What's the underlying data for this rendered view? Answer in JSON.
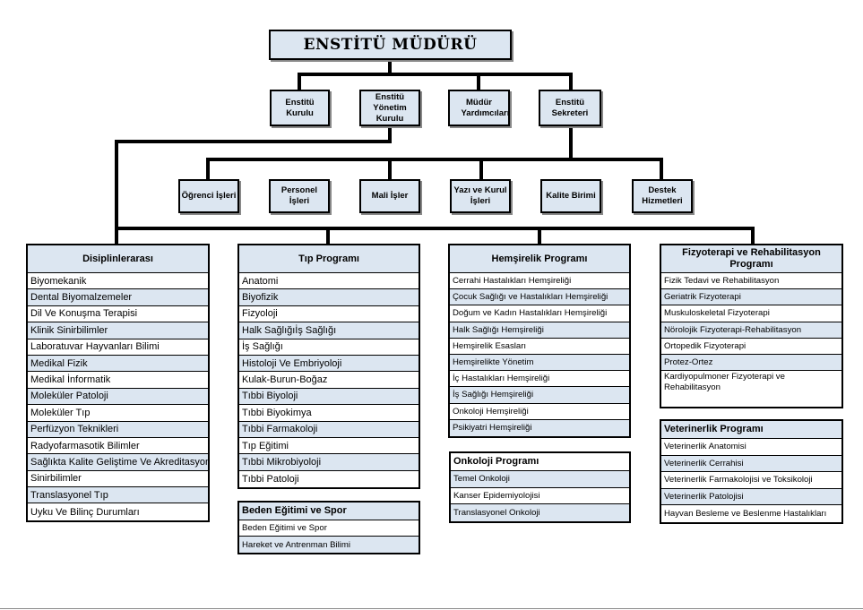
{
  "director": "ENSTİTÜ MÜDÜRÜ",
  "level2": [
    "Enstitü Kurulu",
    "Enstitü Yönetim Kurulu",
    "Müdür Yardımcıları",
    "Enstitü Sekreteri"
  ],
  "level3": [
    "Öğrenci İşleri",
    "Personel İşleri",
    "Mali İşler",
    "Yazı ve Kurul İşleri",
    "Kalite Birimi",
    "Destek Hizmetleri"
  ],
  "programs": {
    "disiplinlerarasi": {
      "title": "Disiplinlerarası",
      "items": [
        "Biyomekanik",
        "Dental Biyomalzemeler",
        "Dil Ve Konuşma Terapisi",
        "Klinik Sinirbilimler",
        "Laboratuvar Hayvanları Bilimi",
        "Medikal Fizik",
        "Medikal İnformatik",
        "Moleküler Patoloji",
        "Moleküler Tıp",
        "Perfüzyon Teknikleri",
        "Radyofarmasotik Bilimler",
        "Sağlıkta Kalite Geliştime Ve Akreditasyon",
        "Sinirbilimler",
        "Translasyonel Tıp",
        "Uyku Ve Bilinç Durumları"
      ]
    },
    "tip": {
      "title": "Tıp Programı",
      "items": [
        "Anatomi",
        "Biyofizik",
        "Fizyoloji",
        "Halk Sağlığıİş Sağlığı",
        "İş Sağlığı",
        "Histoloji Ve Embriyoloji",
        "Kulak-Burun-Boğaz",
        "Tıbbi Biyoloji",
        "Tıbbi Biyokimya",
        "Tıbbi Farmakoloji",
        "Tıp Eğitimi",
        "Tıbbi Mikrobiyoloji",
        "Tıbbi Patoloji"
      ]
    },
    "beden": {
      "title": "Beden Eğitimi ve Spor",
      "items": [
        "Beden Eğitimi ve Spor",
        "Hareket ve Antrenman Bilimi"
      ]
    },
    "hemsirelik": {
      "title": "Hemşirelik Programı",
      "items": [
        "Cerrahi Hastalıkları Hemşireliği",
        "Çocuk Sağlığı ve Hastalıkları Hemşireliği",
        "Doğum ve Kadın Hastalıkları Hemşireliği",
        "Halk Sağlığı Hemşireliği",
        "Hemşirelik Esasları",
        "Hemşirelikte Yönetim",
        "İç Hastalıkları Hemşireliği",
        "İş Sağlığı Hemşireliği",
        "Onkoloji Hemşireliği",
        "Psikiyatri Hemşireliği"
      ]
    },
    "onkoloji": {
      "title": "Onkoloji Programı",
      "items": [
        "Temel Onkoloji",
        "Kanser Epidemiyolojisi",
        "Translasyonel Onkoloji"
      ]
    },
    "fizyoterapi": {
      "title": "Fizyoterapi ve Rehabilitasyon Programı",
      "items": [
        "Fizik Tedavi ve Rehabilitasyon",
        "Geriatrik Fizyoterapi",
        "Muskuloskeletal Fizyoterapi",
        "Nörolojik Fizyoterapi-Rehabilitasyon",
        "Ortopedik Fizyoterapi",
        "Protez-Ortez",
        "Kardiyopulmoner Fizyoterapi ve Rehabilitasyon"
      ]
    },
    "veterinerlik": {
      "title": "Veterinerlik Programı",
      "items": [
        "Veterinerlik Anatomisi",
        "Veterinerlik Cerrahisi",
        "Veterinerlik Farmakolojisi ve Toksikoloji",
        "Veterinerlik Patolojisi",
        "Hayvan Besleme ve Beslenme Hastalıkları"
      ]
    }
  }
}
